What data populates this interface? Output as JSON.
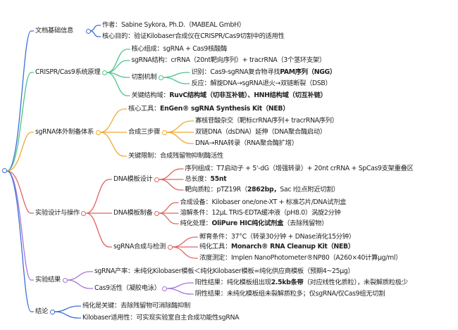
{
  "mindmap": {
    "branches": [
      {
        "text": "文档基础信息",
        "children": [
          {
            "text": "作者：Sabine Sykora, Ph.D.（MABEAL GmbH）"
          },
          {
            "text": "核心目的：验证Kilobaser合成仪在CRISPR/Cas9切割中的适用性"
          }
        ]
      },
      {
        "text": "CRISPR/Cas9系统原理",
        "children": [
          {
            "text": "核心组成：sgRNA + Cas9核酸酶"
          },
          {
            "text": "sgRNA结构：crRNA（20nt靶向序列）+ tracrRNA（3个茎环支架）"
          },
          {
            "text": "切割机制",
            "children": [
              {
                "text": "识别：Cas9-sgRNA复合物寻找",
                "bold": "PAM序列（NGG）"
              },
              {
                "text": "反应：解旋DNA→sgRNA退火→双链断裂（DSB）"
              }
            ]
          },
          {
            "text": "关键结构域：",
            "bold": "RuvC结构域（切非互补链）、HNH结构域（切互补链）"
          }
        ]
      },
      {
        "text": "sgRNA体外制备体系",
        "children": [
          {
            "text": "核心工具：",
            "bold": "EnGen® sgRNA Synthesis Kit（NEB）"
          },
          {
            "text": "合成三步骤",
            "children": [
              {
                "text": "寡核苷酸杂交（靶标crRNA序列+ tracrRNA序列）"
              },
              {
                "text": "双链DNA（dsDNA）延伸（DNA聚合酶启动）"
              },
              {
                "text": "DNA→RNA转录（RNA聚合酶扩增）"
              }
            ]
          },
          {
            "text": "关键限制：合成残留物抑制酶活性"
          }
        ]
      },
      {
        "text": "实验设计与操作",
        "children": [
          {
            "text": "DNA模板设计",
            "children": [
              {
                "text": "序列组成：T7启动子 + 5'-dG（增强转录）+ 20nt crRNA + SpCas9支架重叠区"
              },
              {
                "text": "总长度：",
                "bold": "55nt"
              },
              {
                "text": "靶向质粒：pTZ19R（",
                "bold": "2862bp，",
                "tail": "Sac I位点附近切割）"
              }
            ]
          },
          {
            "text": "DNA模板制备",
            "children": [
              {
                "text": "合成设备：Kilobaser one/one-XT + 标准芯片/DNA试剂盒"
              },
              {
                "text": "溶解条件：12µL TRIS-EDTA缓冲液（pH8.0）涡旋2分钟"
              },
              {
                "text": "纯化处理：",
                "bold": "OliPure HIC纯化试剂盒",
                "tail": "（去除残留物）"
              }
            ]
          },
          {
            "text": "sgRNA合成与检测",
            "children": [
              {
                "text": "孵育条件：37°C（转录30分钟 + DNase消化15分钟）"
              },
              {
                "text": "纯化工具：",
                "bold": "Monarch® RNA Cleanup Kit（NEB）"
              },
              {
                "text": "浓度测定：Implen NanoPhotometer®NP80（A260×40计算µg/ml）"
              }
            ]
          }
        ]
      },
      {
        "text": "实验结果",
        "children": [
          {
            "text": "sgRNA产率：未纯化Kilobaser模板＜纯化Kilobaser模板=纯化供应商模板（预期4~25µg）"
          },
          {
            "text": "Cas9活性（凝胶电泳）",
            "children": [
              {
                "text": "阳性结果：纯化模板组出现",
                "bold": "2.5kb条带",
                "tail": "（对应线性化质粒），未裂解质粒极少"
              },
              {
                "text": "阴性结果：未纯化模板组未裂解质粒多；仅sgRNA/仅Cas9组无切割"
              }
            ]
          }
        ]
      },
      {
        "text": "结论",
        "children": [
          {
            "text": "纯化是关键：去除残留物可消除酶抑制"
          },
          {
            "text": "Kilobaser适用性：可实现实验室自主合成功能性sgRNA"
          }
        ]
      }
    ],
    "colors": [
      "#3b6fd6",
      "#4cc38a",
      "#f0aa2e",
      "#e06464",
      "#a574d8",
      "#3b6fd6"
    ]
  }
}
